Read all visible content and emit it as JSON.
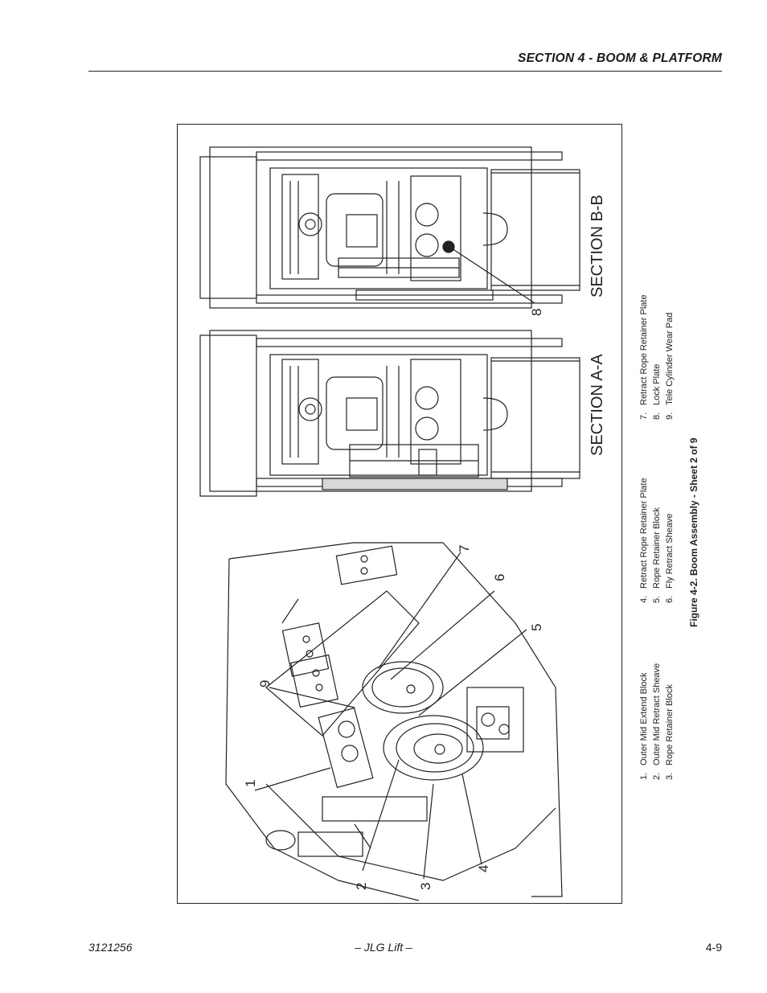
{
  "header": {
    "section_title": "SECTION 4 - BOOM & PLATFORM"
  },
  "figure": {
    "caption": "Figure 4-2.  Boom Assembly - Sheet 2 of 9",
    "section_labels": [
      "SECTION B-B",
      "SECTION A-A"
    ],
    "callouts": [
      "1",
      "2",
      "3",
      "4",
      "5",
      "6",
      "7",
      "8",
      "9"
    ],
    "legend_col1": [
      {
        "num": "1.",
        "text": "Outer Mid Extend Block"
      },
      {
        "num": "2.",
        "text": "Outer Mid Retract Sheave"
      },
      {
        "num": "3.",
        "text": "Rope Retainer Block"
      }
    ],
    "legend_col2": [
      {
        "num": "4.",
        "text": "Retract Rope Retainer Plate"
      },
      {
        "num": "5.",
        "text": "Rope Retainer Block"
      },
      {
        "num": "6.",
        "text": "Fly Retract Sheave"
      }
    ],
    "legend_col3": [
      {
        "num": "7.",
        "text": "Retract Rope Retainer Plate"
      },
      {
        "num": "8.",
        "text": "Lock Plate"
      },
      {
        "num": "9.",
        "text": "Tele Cylinder Wear Pad"
      }
    ]
  },
  "footer": {
    "doc_number": "3121256",
    "center": "– JLG Lift –",
    "page": "4-9"
  }
}
